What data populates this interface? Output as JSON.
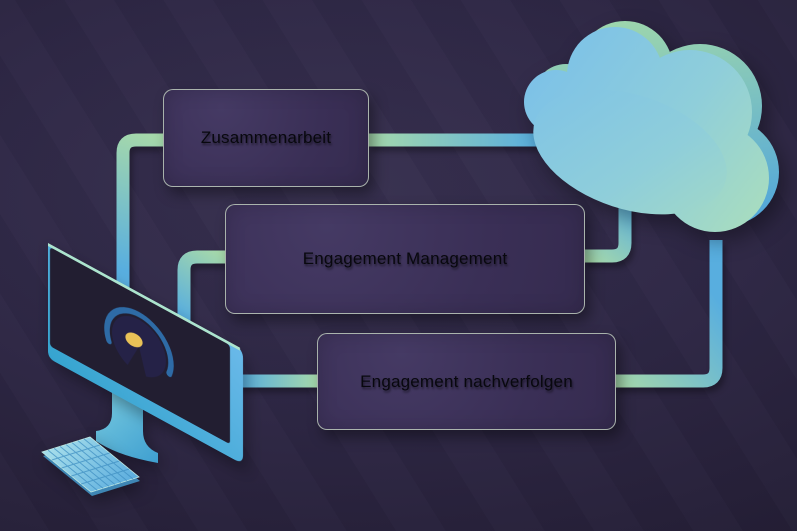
{
  "diagram": {
    "nodes": [
      {
        "id": "zusammenarbeit",
        "label": "Zusammenarbeit"
      },
      {
        "id": "engagement-management",
        "label": "Engagement Management"
      },
      {
        "id": "engagement-nachverfolgen",
        "label": "Engagement nachverfolgen"
      }
    ],
    "left_endpoint_icon": "computer-monitor-icon",
    "right_endpoint_icon": "cloud-icon",
    "decorations": [
      "keyboard-icon",
      "pie-chart-logo-icon"
    ],
    "colors": {
      "background": "#2b2542",
      "node_fill": "#3c3158",
      "node_border": "#c6d4c2",
      "node_text": "#08080e",
      "connector_green": "#a5d8ab",
      "connector_blue": "#58aedf",
      "cloud_light_blue": "#7cc1e8",
      "cloud_light_green": "#a9ddbe",
      "cloud_rim_green": "#9cd5ad",
      "cloud_rim_blue": "#4fa5dc",
      "monitor_frame_teal": "#35a4cf",
      "monitor_screen": "#221e31",
      "logo_dot_gold": "#e9c257"
    }
  }
}
